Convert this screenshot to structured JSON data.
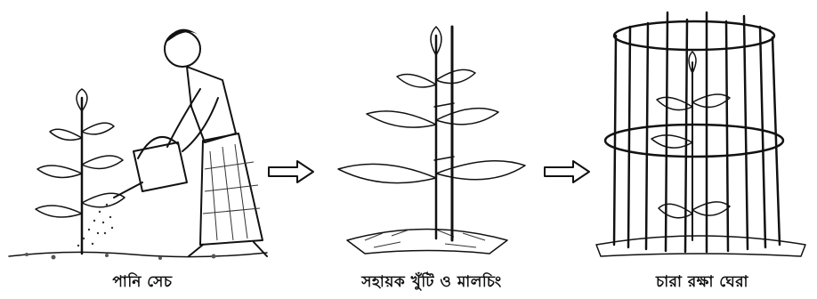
{
  "panels": [
    {
      "caption": "পানি সেচ",
      "icon": "watering-plant-illustration"
    },
    {
      "caption": "সহায়ক খুঁটি ও মালচিং",
      "icon": "staked-plant-mulch-illustration"
    },
    {
      "caption": "চারা রক্ষা ঘেরা",
      "icon": "tree-guard-cage-illustration"
    }
  ],
  "arrows": [
    "arrow-right-icon",
    "arrow-right-icon"
  ],
  "colors": {
    "ink": "#111111",
    "background": "#ffffff"
  }
}
